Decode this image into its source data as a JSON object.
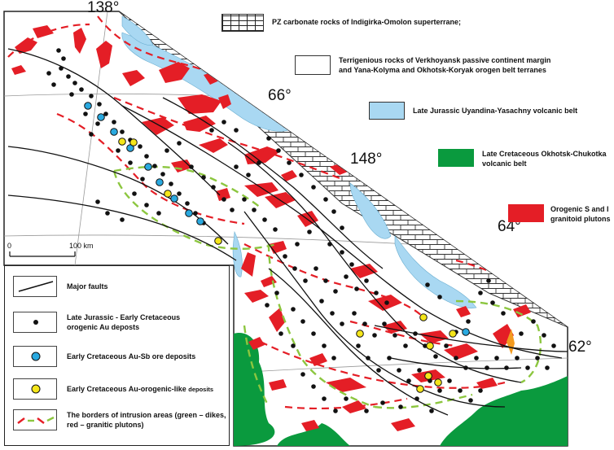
{
  "coordinates": {
    "lon_138": "138°",
    "lon_148": "148°",
    "lat_66": "66°",
    "lat_64": "64°",
    "lat_62": "62°"
  },
  "scale_bar": {
    "start": "0",
    "end": "100 km"
  },
  "colors": {
    "carbonate_fill": "#ffffff",
    "volcanic_blue": "#a9d8f2",
    "volcanic_green": "#0a9a3e",
    "pluton_red": "#e41e26",
    "au_sb_cyan": "#29a9e0",
    "au_orogenic_yellow": "#f5e61a",
    "dike_green": "#8cc63f",
    "au_deposit_black": "#111111"
  },
  "map_legend": [
    {
      "id": "carbonate",
      "text": "PZ carbonate rocks of Indigirka-Omolon superterrane;"
    },
    {
      "id": "terrigenous",
      "text_line1": "Terrigenious rocks of  Verkhoyansk passive continent margin",
      "text_line2": "and Yana-Kolyma and Okhotsk-Koryak orogen belt terranes"
    },
    {
      "id": "uyandina",
      "text": "Late Jurassic Uyandina-Yasachny volcanic belt"
    },
    {
      "id": "okhotsk",
      "text_line1": "Late Cretaceous Okhotsk-Chukotka",
      "text_line2": "volcanic belt"
    },
    {
      "id": "plutons",
      "text_line1": "Orogenic S and I",
      "text_line2": "granitoid plutons"
    }
  ],
  "symbol_legend": [
    {
      "id": "faults",
      "text": "Major faults"
    },
    {
      "id": "au",
      "text_line1": "Late Jurassic - Early Cretaceous",
      "text_line2": "orogenic Au deposts"
    },
    {
      "id": "ausb",
      "text": "Early Cretaceous Au-Sb ore deposits"
    },
    {
      "id": "auorogenic",
      "text_main": "Early Cretaceous Au-orogenic-like",
      "text_small": "deposits"
    },
    {
      "id": "borders",
      "text_line1": "The borders of intrusion areas (green – dikes,",
      "text_line2": "red – granitic plutons)"
    }
  ]
}
